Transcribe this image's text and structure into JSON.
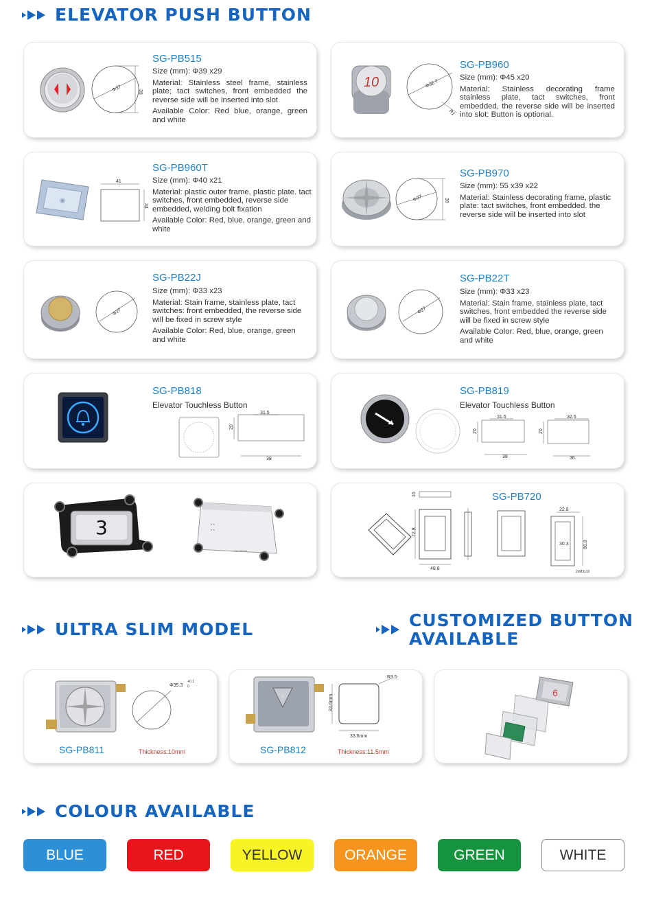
{
  "headings": {
    "elevator": "ELEVATOR PUSH BUTTON",
    "slim": "ULTRA SLIM MODEL",
    "custom_line1": "CUSTOMIZED BUTTON",
    "custom_line2": "AVAILABLE",
    "colour": "COLOUR AVAILABLE"
  },
  "products": {
    "pb515": {
      "model": "SG-PB515",
      "size": "Size (mm): Φ39 x29",
      "material": "Material: Stainless steel frame, stainless plate; tact switches, front embedded the reverse side will be inserted into slot",
      "color": "Available Color: Red blue, orange, green and white",
      "dia": "Φ37",
      "h": "39",
      "icon": "up-down-arrows-icon"
    },
    "pb960": {
      "model": "SG-PB960",
      "size": "Size (mm): Φ45 x20",
      "material": "Material: Stainless decorating frame stainless plate, tact switches, front embedded, the reverse side will be inserted into slot: Button is optional.",
      "num": "10",
      "dia": "Φ32.7",
      "r": "R1"
    },
    "pb960t": {
      "model": "SG-PB960T",
      "size": "Size (mm): Φ40 x21",
      "material": "Material: plastic outer frame, plastic plate. tact switches, front embedded, reverse side embedded, welding bolt fixation",
      "color": "Available Color: Red, blue, orange, green and white",
      "w": "41",
      "h": "34"
    },
    "pb970": {
      "model": "SG-PB970",
      "size": "Size (mm): 55 x39 x22",
      "material": "Material: Stainless decorating frame, plastic plate: tact switches, front embedded. the reverse side will be inserted into slot",
      "dia": "Φ37",
      "h": "39"
    },
    "pb22j": {
      "model": "SG-PB22J",
      "size": "Size (mm): Φ33 x23",
      "material": "Material: Stain frame, stainless plate, tact switches: front embedded, the reverse side will be fixed in screw style",
      "color": "Available Color: Red, blue, orange, green and white",
      "dia": "Φ27"
    },
    "pb22t": {
      "model": "SG-PB22T",
      "size": "Size (mm): Φ33 x23",
      "material": "Material: Stain frame, stainless plate, tact switches, front embedded the reverse side will be fixed in screw style",
      "color": "Available Color: Red, blue, orange, green and white",
      "dia": "Φ27"
    },
    "pb818": {
      "model": "SG-PB818",
      "desc": "Elevator Touchless Button",
      "w": "31.5",
      "h": "20",
      "w2": "38",
      "icon": "bell-icon"
    },
    "pb819": {
      "model": "SG-PB819",
      "desc": "Elevator Touchless Button",
      "w": "31.5",
      "h": "20",
      "w2": "38",
      "w3": "32.5",
      "h2": "20",
      "w4": "36"
    },
    "pb720": {
      "model": "SG-PB720",
      "num": "3",
      "d_top": "15",
      "d_h": "72.8",
      "d_w": "48.8",
      "d_w2": "22.8",
      "d_h2": "30.3",
      "d_h3": "66.8",
      "d_m": "2xM3x10",
      "back_label": "SG-PB720"
    },
    "pb811": {
      "model": "SG-PB811",
      "dia": "Φ35.3",
      "tol": "+0.1",
      "tol0": "0",
      "thickness": "Thickness:10mm"
    },
    "pb812": {
      "model": "SG-PB812",
      "r": "R3.5",
      "w": "33.6mm",
      "h": "33.6mm",
      "thickness": "Thickness:11.5mm",
      "num": "6"
    }
  },
  "colours": [
    {
      "label": "BLUE",
      "bg": "#2d8fd6",
      "fg": "#ffffff"
    },
    {
      "label": "RED",
      "bg": "#e8161b",
      "fg": "#ffffff"
    },
    {
      "label": "YELLOW",
      "bg": "#f7f325",
      "fg": "#333333"
    },
    {
      "label": "ORANGE",
      "bg": "#f7941d",
      "fg": "#ffffff"
    },
    {
      "label": "GREEN",
      "bg": "#15933f",
      "fg": "#ffffff"
    },
    {
      "label": "WHITE",
      "bg": "#ffffff",
      "fg": "#333333"
    }
  ],
  "theme": {
    "accent": "#1565c0",
    "model": "#1e7fc8"
  }
}
